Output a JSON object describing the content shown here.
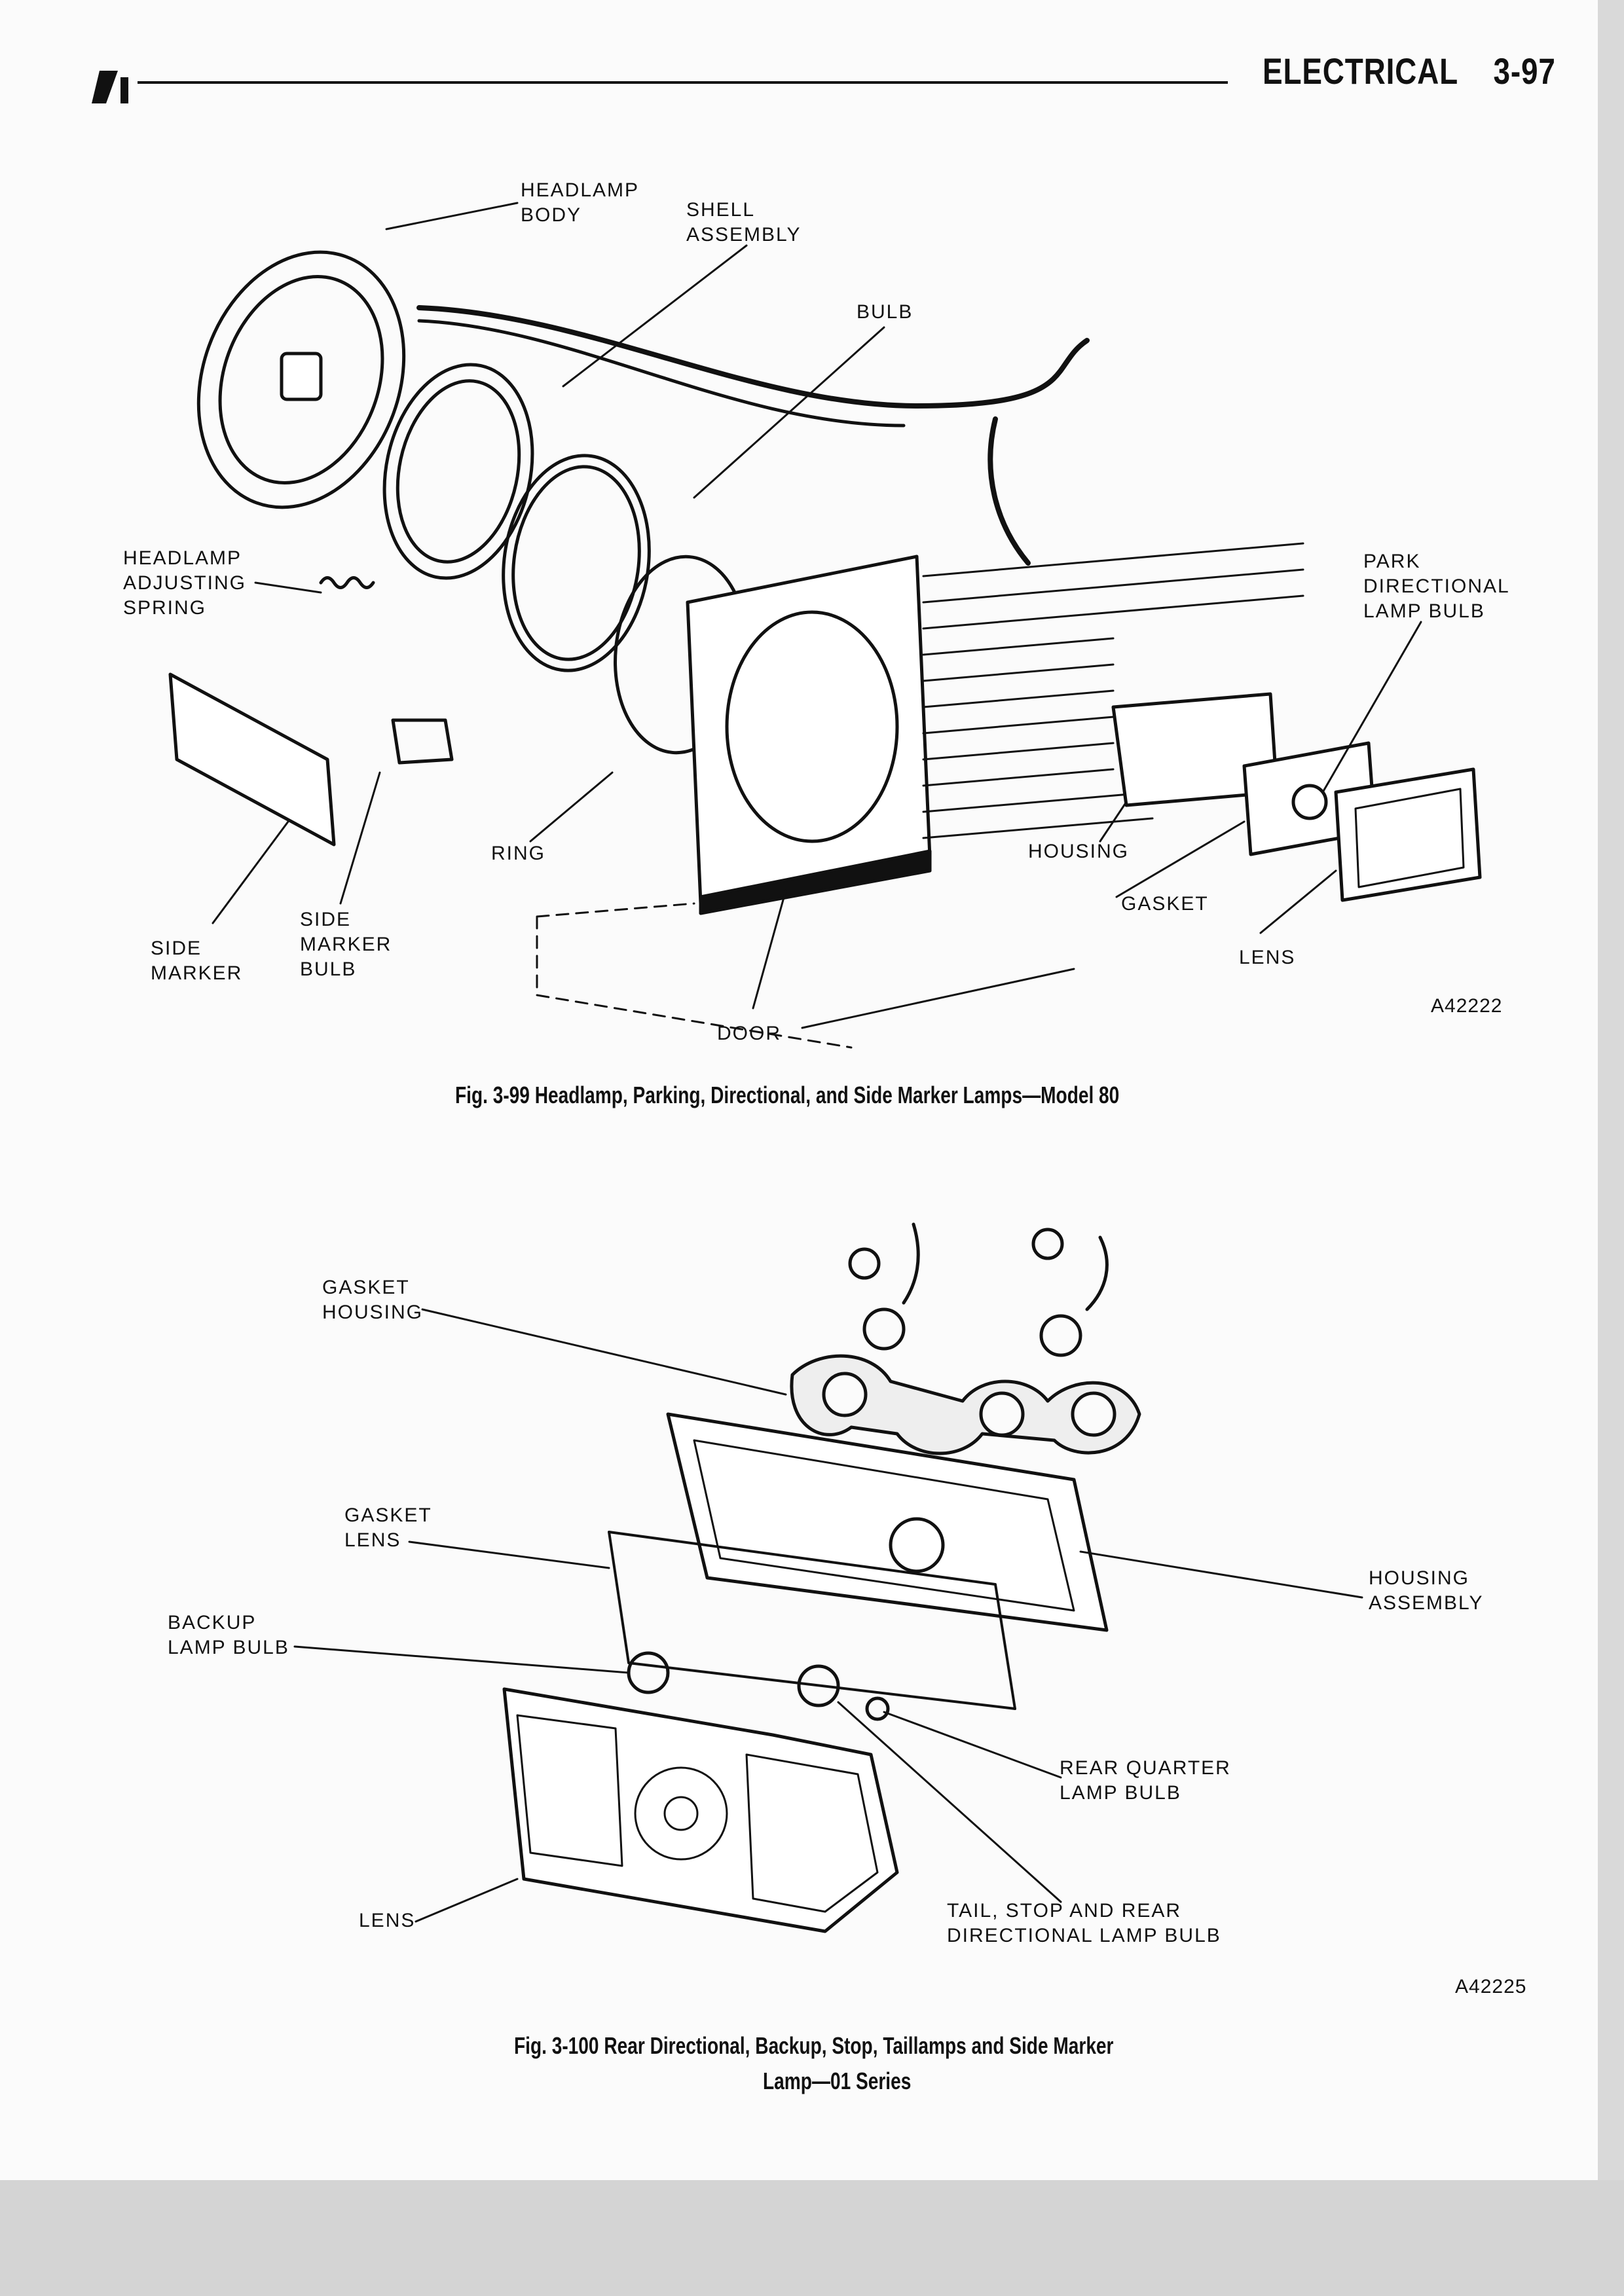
{
  "header": {
    "section": "ELECTRICAL",
    "page": "3-97"
  },
  "figure_99": {
    "labels": {
      "headlamp_body": "HEADLAMP\nBODY",
      "shell_assembly": "SHELL\nASSEMBLY",
      "bulb": "BULB",
      "headlamp_adjusting_spring": "HEADLAMP\nADJUSTING\nSPRING",
      "park_directional_lamp_bulb": "PARK\nDIRECTIONAL\nLAMP BULB",
      "ring": "RING",
      "housing": "HOUSING",
      "gasket": "GASKET",
      "lens": "LENS",
      "side_marker": "SIDE\nMARKER",
      "side_marker_bulb": "SIDE\nMARKER\nBULB",
      "door": "DOOR"
    },
    "figure_id": "A42222",
    "caption": "Fig. 3-99  Headlamp, Parking, Directional, and Side Marker Lamps—Model 80"
  },
  "figure_100": {
    "labels": {
      "gasket_housing": "GASKET\nHOUSING",
      "gasket_lens": "GASKET\nLENS",
      "backup_lamp_bulb": "BACKUP\nLAMP BULB",
      "housing_assembly": "HOUSING\nASSEMBLY",
      "rear_quarter_lamp_bulb": "REAR QUARTER\nLAMP BULB",
      "tail_stop_rear_directional": "TAIL, STOP AND REAR\nDIRECTIONAL LAMP BULB",
      "lens": "LENS"
    },
    "figure_id": "A42225",
    "caption_line1": "Fig. 3-100  Rear Directional, Backup, Stop, Taillamps and Side Marker",
    "caption_line2": "Lamp—01 Series"
  }
}
